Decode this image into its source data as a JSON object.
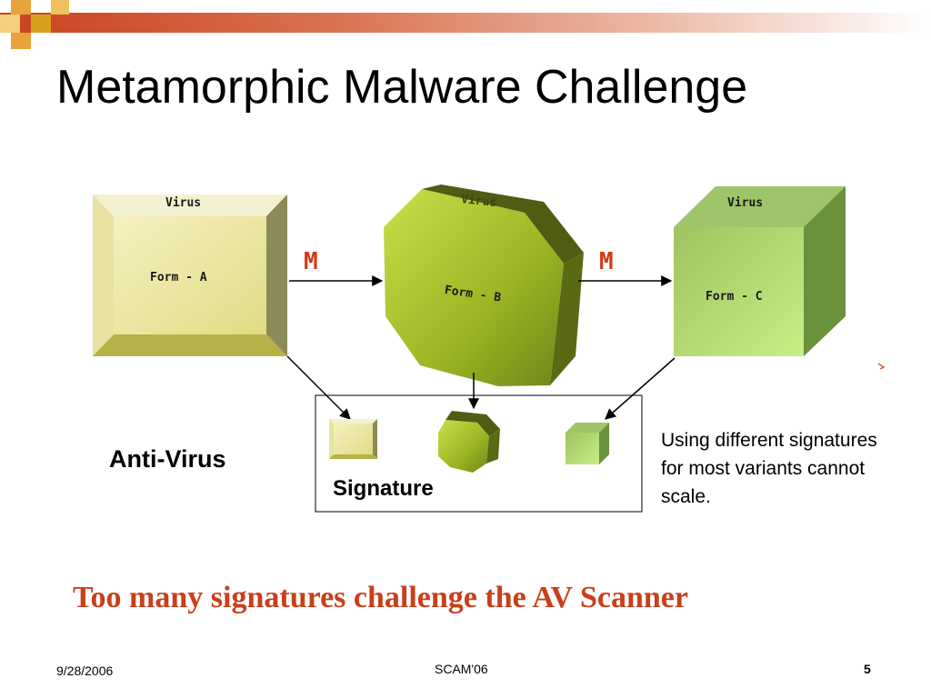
{
  "slide": {
    "title": "Metamorphic Malware Challenge",
    "conclusion": "Too many signatures challenge the AV Scanner"
  },
  "diagram": {
    "forms": [
      {
        "virus_label": "Virus",
        "form_label": "Form - A"
      },
      {
        "virus_label": "Virus",
        "form_label": "Form - B"
      },
      {
        "virus_label": "Virus",
        "form_label": "Form - C"
      }
    ],
    "transform_label": "M",
    "antivirus_label": "Anti-Virus",
    "signature_label": "Signature",
    "note": "Using different signatures for most variants cannot scale."
  },
  "footer": {
    "date": "9/28/2006",
    "conference": "SCAM'06",
    "page": "5"
  },
  "colors": {
    "accent": "#c8401a",
    "transform": "#d33a14"
  }
}
